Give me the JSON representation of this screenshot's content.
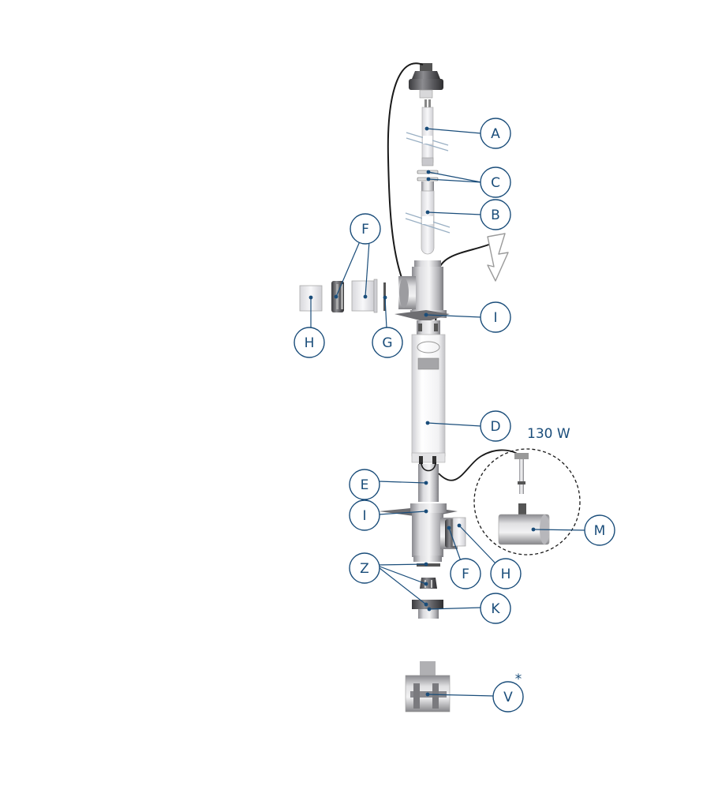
{
  "diagram": {
    "colors": {
      "label": "#1a4d7a",
      "metal_light": "#e6e6e8",
      "metal_mid": "#b5b5b8",
      "metal_dark": "#7d7d82",
      "cable": "#1a1a1a"
    },
    "power_rating": "130 W",
    "callouts": {
      "A": "A",
      "B": "B",
      "C": "C",
      "D": "D",
      "E": "E",
      "F_top": "F",
      "F_bottom": "F",
      "G": "G",
      "H_left": "H",
      "H_right": "H",
      "I_top": "I",
      "I_bottom": "I",
      "K": "K",
      "M": "M",
      "Z": "Z",
      "V": "V",
      "V_mark": "*"
    }
  }
}
